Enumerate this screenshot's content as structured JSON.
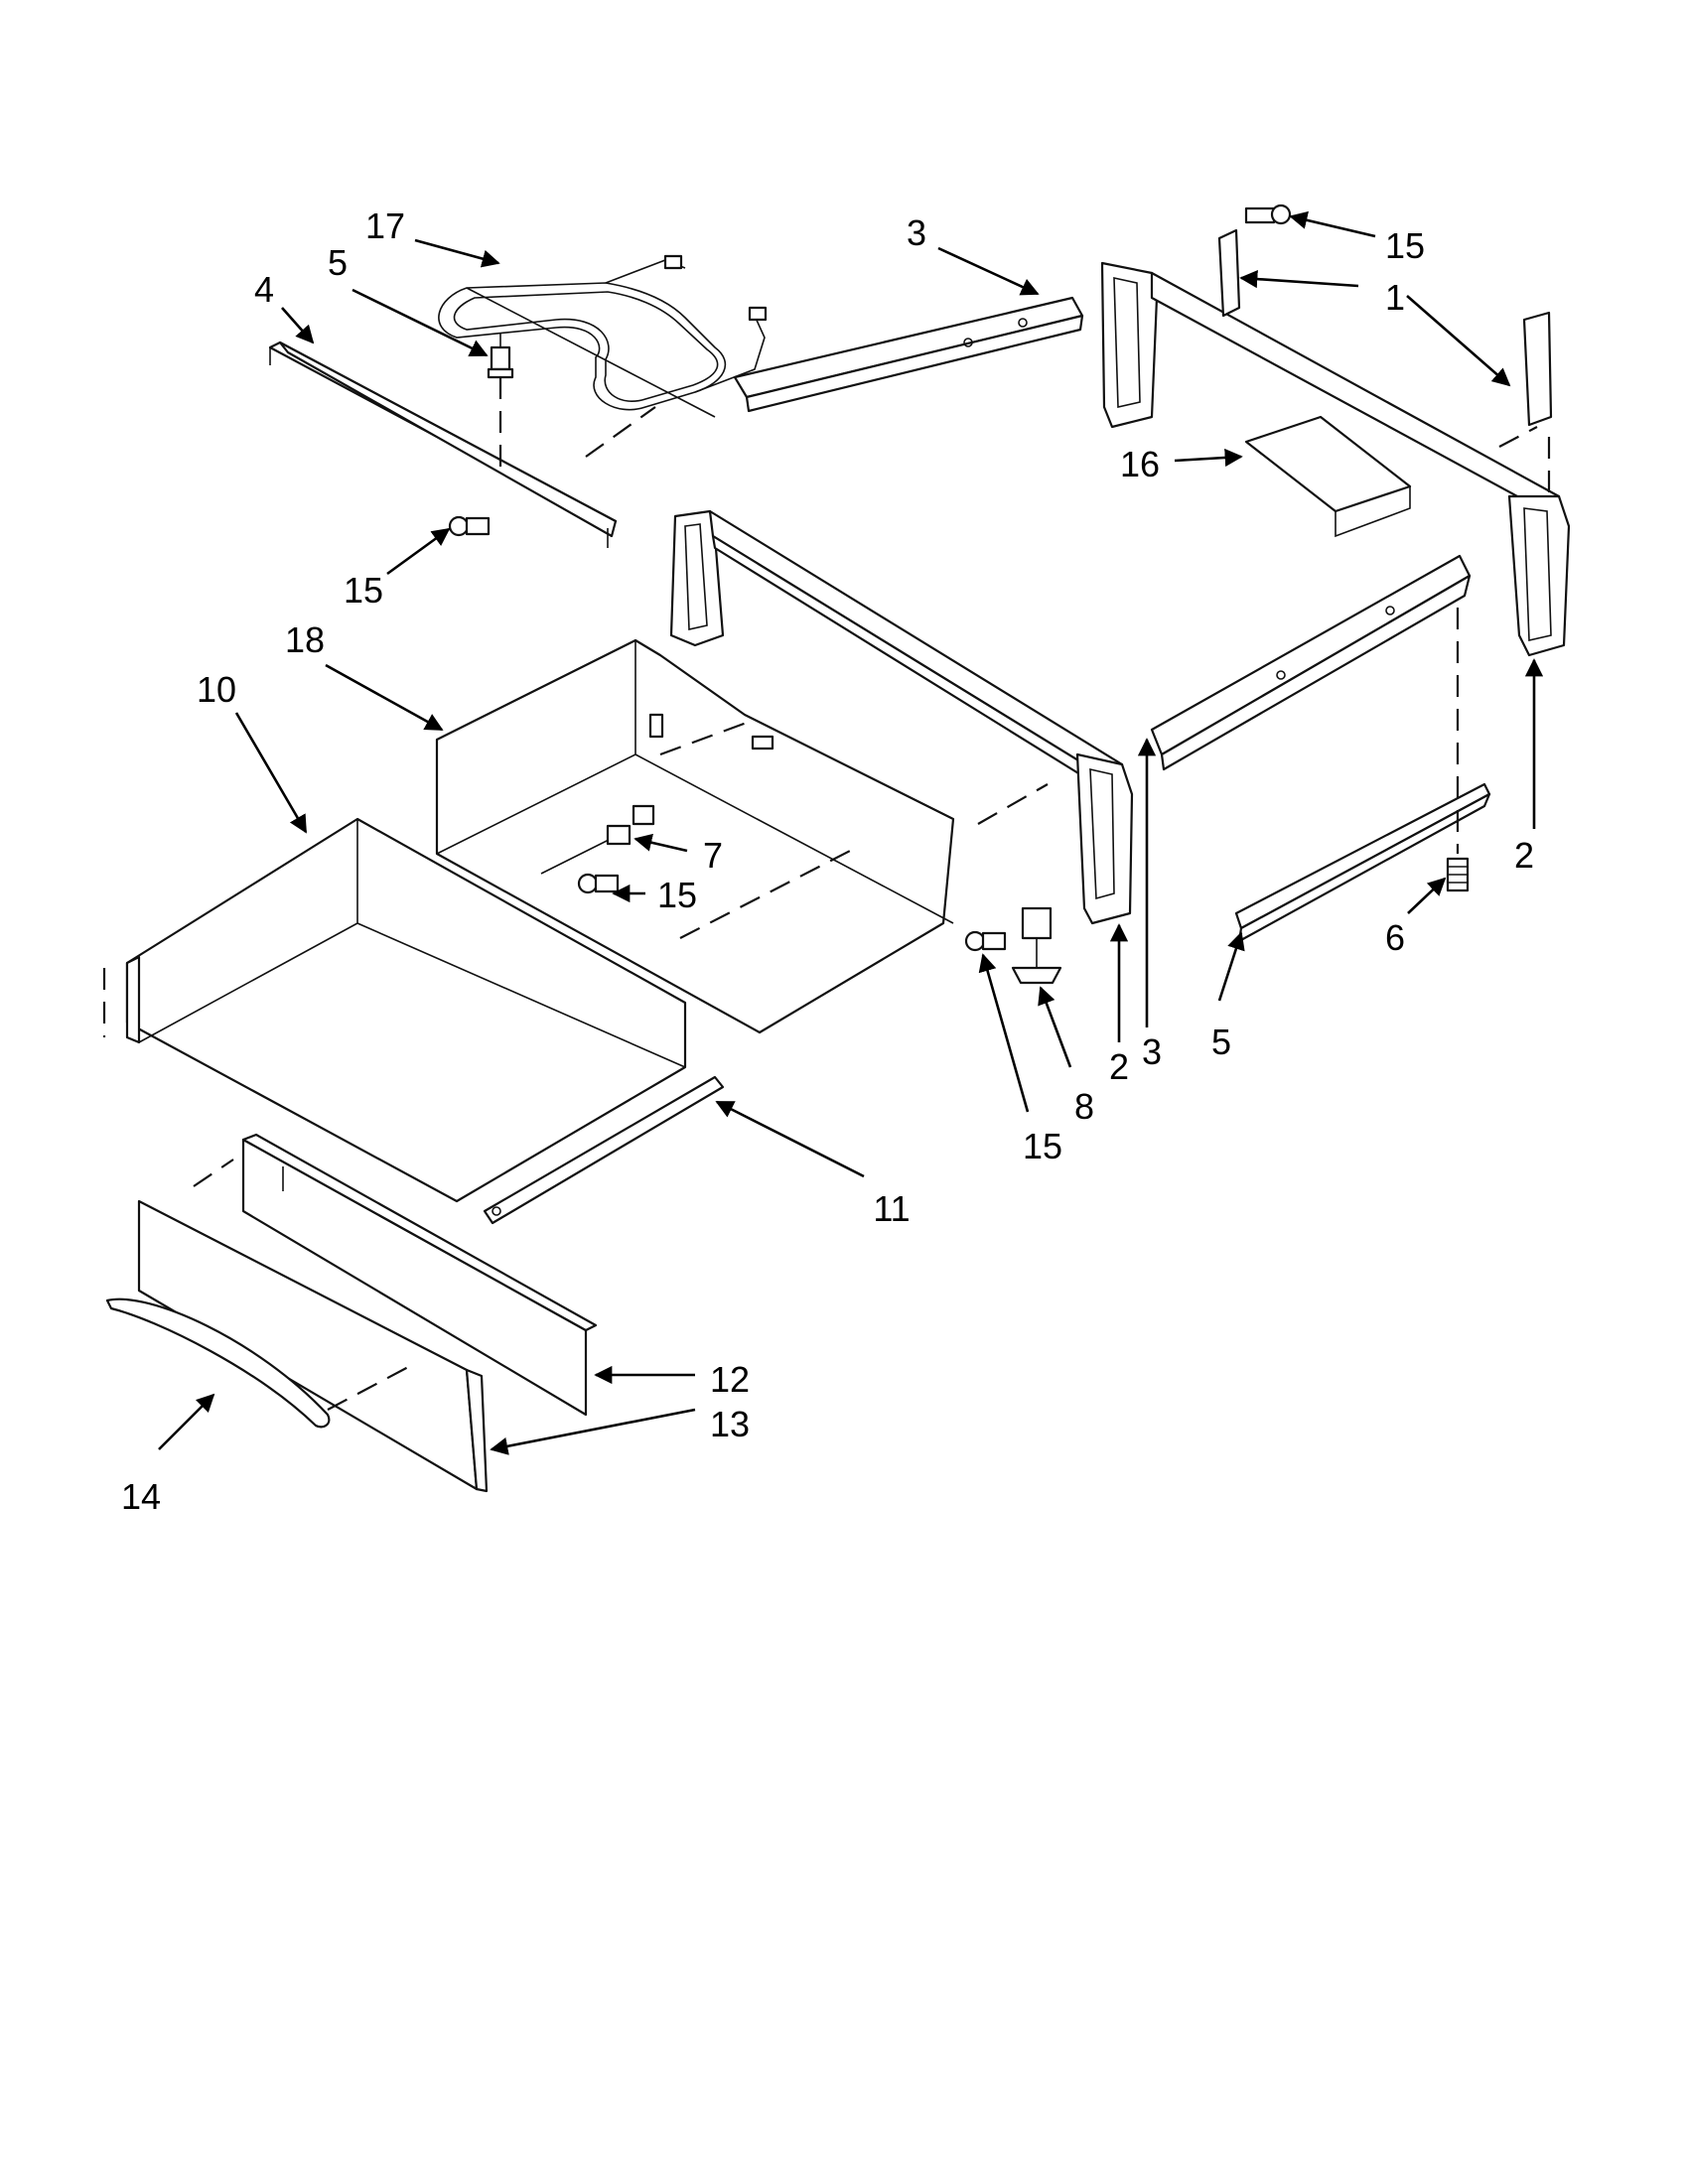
{
  "callouts": [
    {
      "id": "c17a",
      "label": "17"
    },
    {
      "id": "c5a",
      "label": "5"
    },
    {
      "id": "c4",
      "label": "4"
    },
    {
      "id": "c15a",
      "label": "15"
    },
    {
      "id": "c3a",
      "label": "3"
    },
    {
      "id": "c15b",
      "label": "15"
    },
    {
      "id": "c1",
      "label": "1"
    },
    {
      "id": "c16",
      "label": "16"
    },
    {
      "id": "c2a",
      "label": "2"
    },
    {
      "id": "c18",
      "label": "18"
    },
    {
      "id": "c10",
      "label": "10"
    },
    {
      "id": "c7",
      "label": "7"
    },
    {
      "id": "c15c",
      "label": "15"
    },
    {
      "id": "c6",
      "label": "6"
    },
    {
      "id": "c5b",
      "label": "5"
    },
    {
      "id": "c15d",
      "label": "15"
    },
    {
      "id": "c8",
      "label": "8"
    },
    {
      "id": "c2b",
      "label": "2"
    },
    {
      "id": "c3b",
      "label": "3"
    },
    {
      "id": "c11",
      "label": "11"
    },
    {
      "id": "c12",
      "label": "12"
    },
    {
      "id": "c13",
      "label": "13"
    },
    {
      "id": "c14",
      "label": "14"
    }
  ]
}
